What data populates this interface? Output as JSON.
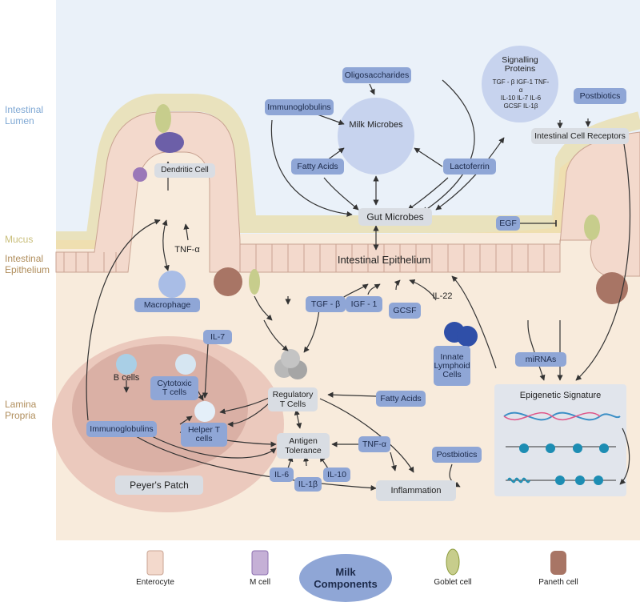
{
  "regions": {
    "lumen": "Intestinal\nLumen",
    "mucus": "Mucus",
    "epithelium": "Intestinal\nEpithelium",
    "lamina": "Lamina\nPropria"
  },
  "nodes": {
    "oligosaccharides": "Oligosaccharides",
    "signalling_title": "Signalling\nProteins",
    "signalling_items": [
      "TGF - β",
      "IGF-1",
      "TNF-α",
      "IL-10",
      "IL-7",
      "IL-6",
      "GCSF",
      "IL-1β"
    ],
    "postbiotics_top": "Postbiotics",
    "immunoglobulins_top": "Immunoglobulins",
    "milk_microbes": "Milk Microbes",
    "intestinal_cell_receptors": "Intestinal Cell Receptors",
    "fatty_acids_top": "Fatty Acids",
    "lactoferrin": "Lactoferrin",
    "dendritic_cell": "Dendritic Cell",
    "gut_microbes": "Gut Microbes",
    "egf": "EGF",
    "tnf_alpha_top": "TNF-α",
    "intestinal_epithelium": "Intestinal Epithelium",
    "macrophage": "Macrophage",
    "tgf_beta": "TGF - β",
    "il22": "IL-22",
    "igf1": "IGF - 1",
    "gcsf": "GCSF",
    "il7": "IL-7",
    "b_cells": "B cells",
    "cytotoxic_t": "Cytotoxic\nT cells",
    "innate_lymphoid": "Innate\nLymphoid\nCells",
    "mirnas": "miRNAs",
    "regulatory_t": "Regulatory\nT Cells",
    "fatty_acids_lp": "Fatty Acids",
    "epigenetic_signature": "Epigenetic Signature",
    "immunoglobulins_lp": "Immunoglobulins",
    "helper_t": "Helper T\ncells",
    "antigen_tolerance": "Antigen\nTolerance",
    "tnf_alpha_lp": "TNF-α",
    "postbiotics_lp": "Postbiotics",
    "il6": "IL-6",
    "il10": "IL-10",
    "il1b": "IL-1β",
    "peyers_patch": "Peyer's Patch",
    "inflammation": "Inflammation"
  },
  "legend": {
    "enterocyte": "Enterocyte",
    "m_cell": "M cell",
    "milk_components": "Milk\nComponents",
    "goblet_cell": "Goblet cell",
    "paneth_cell": "Paneth cell"
  },
  "colors": {
    "lumen_bg": "#eaf1f9",
    "lamina_bg": "#f8ebdc",
    "box_blue": "#8fa6d6",
    "box_grey": "#d9dde3",
    "lumen_label": "#7fa8d4",
    "mucus_label": "#c9be7a",
    "epithelium_label": "#b08e5c",
    "lamina_label": "#b08e5c"
  }
}
